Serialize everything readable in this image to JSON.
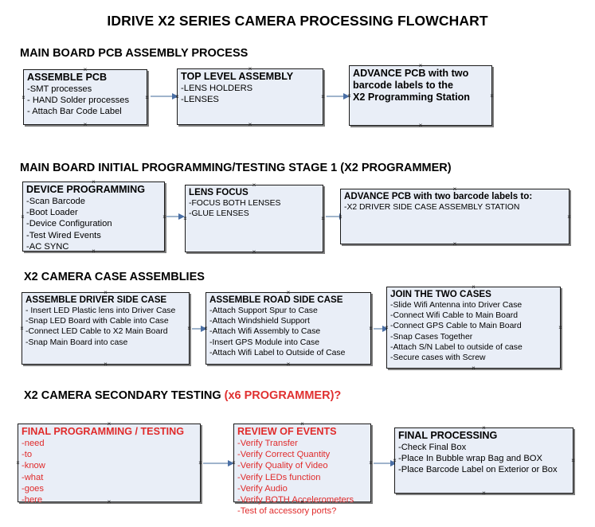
{
  "document": {
    "title": "IDRIVE X2  SERIES CAMERA PROCESSING FLOWCHART"
  },
  "sections": [
    {
      "id": "main-board-pcb-assembly",
      "heading": "MAIN BOARD PCB ASSEMBLY PROCESS",
      "heading_accent": "",
      "boxes": [
        {
          "id": "assemble-pcb",
          "title": "ASSEMBLE PCB",
          "lines": [
            "-SMT processes",
            "- HAND Solder processes",
            "- Attach Bar Code Label"
          ],
          "color": "black"
        },
        {
          "id": "top-level-assembly",
          "title": "TOP LEVEL ASSEMBLY",
          "lines": [
            "-LENS HOLDERS",
            "-LENSES"
          ],
          "color": "black"
        },
        {
          "id": "advance-pcb-to-x2-programming-station",
          "title": "ADVANCE PCB with two",
          "lines": [
            "barcode labels to the",
            " X2 Programming Station"
          ],
          "color": "black"
        }
      ]
    },
    {
      "id": "main-board-initial-programming",
      "heading": "MAIN BOARD INITIAL PROGRAMMING/TESTING STAGE 1 (X2 PROGRAMMER)",
      "heading_accent": "",
      "boxes": [
        {
          "id": "device-programming",
          "title": "DEVICE PROGRAMMING",
          "lines": [
            "-Scan Barcode",
            "-Boot Loader",
            "-Device Configuration",
            "-Test Wired Events",
            "-AC SYNC"
          ],
          "color": "black"
        },
        {
          "id": "lens-focus",
          "title": "LENS FOCUS",
          "lines": [
            "-FOCUS BOTH LENSES",
            "-GLUE LENSES"
          ],
          "color": "black"
        },
        {
          "id": "advance-pcb-to-driver-side-case-station",
          "title": "ADVANCE PCB with two barcode labels to:",
          "lines": [
            "-X2 DRIVER  SIDE  CASE  ASSEMBLY STATION"
          ],
          "color": "black"
        }
      ]
    },
    {
      "id": "x2-camera-case-assemblies",
      "heading": "X2 CAMERA CASE ASSEMBLIES",
      "heading_accent": "",
      "boxes": [
        {
          "id": "assemble-driver-side-case",
          "title": "ASSEMBLE DRIVER SIDE CASE",
          "lines": [
            "- Insert LED Plastic lens into Driver Case",
            "-Snap LED Board with Cable into Case",
            "-Connect LED Cable to X2 Main Board",
            "-Snap Main Board into case"
          ],
          "color": "black"
        },
        {
          "id": "assemble-road-side-case",
          "title": "ASSEMBLE ROAD SIDE CASE",
          "lines": [
            "-Attach Support Spur to Case",
            "-Attach Windshield Support",
            "-Attach Wifi Assembly to Case",
            "-Insert GPS Module into Case",
            "-Attach Wifi Label to Outside of Case"
          ],
          "color": "black"
        },
        {
          "id": "join-the-two-cases",
          "title": "JOIN THE TWO CASES",
          "lines": [
            "-Slide Wifi Antenna into Driver Case",
            "-Connect Wifi Cable to Main Board",
            "-Connect GPS Cable to Main Board",
            "-Snap Cases Together",
            "-Attach S/N Label to outside of case",
            "-Secure cases with Screw"
          ],
          "color": "black"
        }
      ]
    },
    {
      "id": "x2-camera-secondary-testing",
      "heading": "X2 CAMERA SECONDARY TESTING ",
      "heading_accent": "(x6 PROGRAMMER)?",
      "boxes": [
        {
          "id": "final-programming-testing",
          "title": "FINAL PROGRAMMING / TESTING",
          "lines": [
            "-need",
            "-to",
            "-know",
            "-what",
            "-goes",
            "-here"
          ],
          "color": "red"
        },
        {
          "id": "review-of-events",
          "title": "REVIEW OF EVENTS",
          "lines": [
            "-Verify Transfer",
            "-Verify Correct Quantity",
            "-Verify Quality of Video",
            "-Verify LEDs function",
            "-Verify Audio",
            "-Verify BOTH Accelerometers",
            "-Test of accessory ports?"
          ],
          "color": "red"
        },
        {
          "id": "final-processing",
          "title": "FINAL PROCESSING",
          "lines": [
            " -Check Final Box",
            "-Place In Bubble wrap Bag and BOX",
            "-Place Barcode Label on Exterior or Box"
          ],
          "color": "black"
        }
      ]
    }
  ],
  "colors": {
    "box_fill": "#e9eef7",
    "box_border": "#1a1a1a",
    "connector_line": "#9fb4cc",
    "connector_head": "#4a6fa5",
    "accent_red": "#e02b2b",
    "page_background": "#ffffff"
  }
}
